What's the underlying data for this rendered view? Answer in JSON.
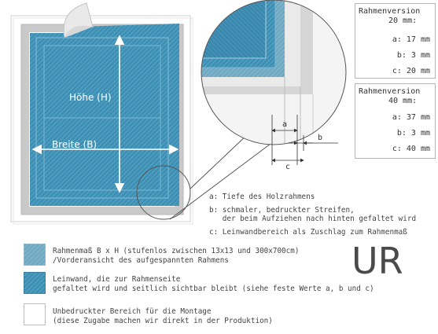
{
  "illustration": {
    "hoehe_label": "Höhe (H)",
    "breite_label": "Breite (B)"
  },
  "callout_dims": {
    "a": "a",
    "b": "b",
    "c": "c"
  },
  "version_20": {
    "title": "Rahmenversion",
    "subtitle": "20 mm:",
    "rows": [
      "a: 17 mm",
      "b:  3 mm",
      "c: 20 mm"
    ]
  },
  "version_40": {
    "title": "Rahmenversion",
    "subtitle": "40 mm:",
    "rows": [
      "a: 37 mm",
      "b:  3 mm",
      "c: 40 mm"
    ]
  },
  "notes": [
    "a: Tiefe des Holzrahmens",
    "b: schmaler, bedruckter Streifen,",
    "   der beim Aufziehen nach hinten gefaltet wird",
    "c: Leinwandbereich als Zuschlag zum Rahmenmaß"
  ],
  "legend": [
    {
      "line1": "Rahmenmaß  B x H (stufenlos zwischen 13x13 und 300x700cm)",
      "line2": "/Vorderansicht des aufgespannten Rahmens"
    },
    {
      "line1": "Leinwand, die zur Rahmenseite",
      "line2": "gefaltet wird und seitlich sichtbar bleibt (siehe feste Werte a, b und c)"
    },
    {
      "line1": "Unbedruckter Bereich für die Montage",
      "line2": "(diese Zugabe machen wir direkt in der Produktion)"
    }
  ],
  "logo": "UR",
  "colors": {
    "canvas_blue": "#3a8fb5",
    "frame_blue": "#5aa6c6",
    "grey_frame": "#c9c9c9",
    "logo": "#4a4a4a"
  }
}
